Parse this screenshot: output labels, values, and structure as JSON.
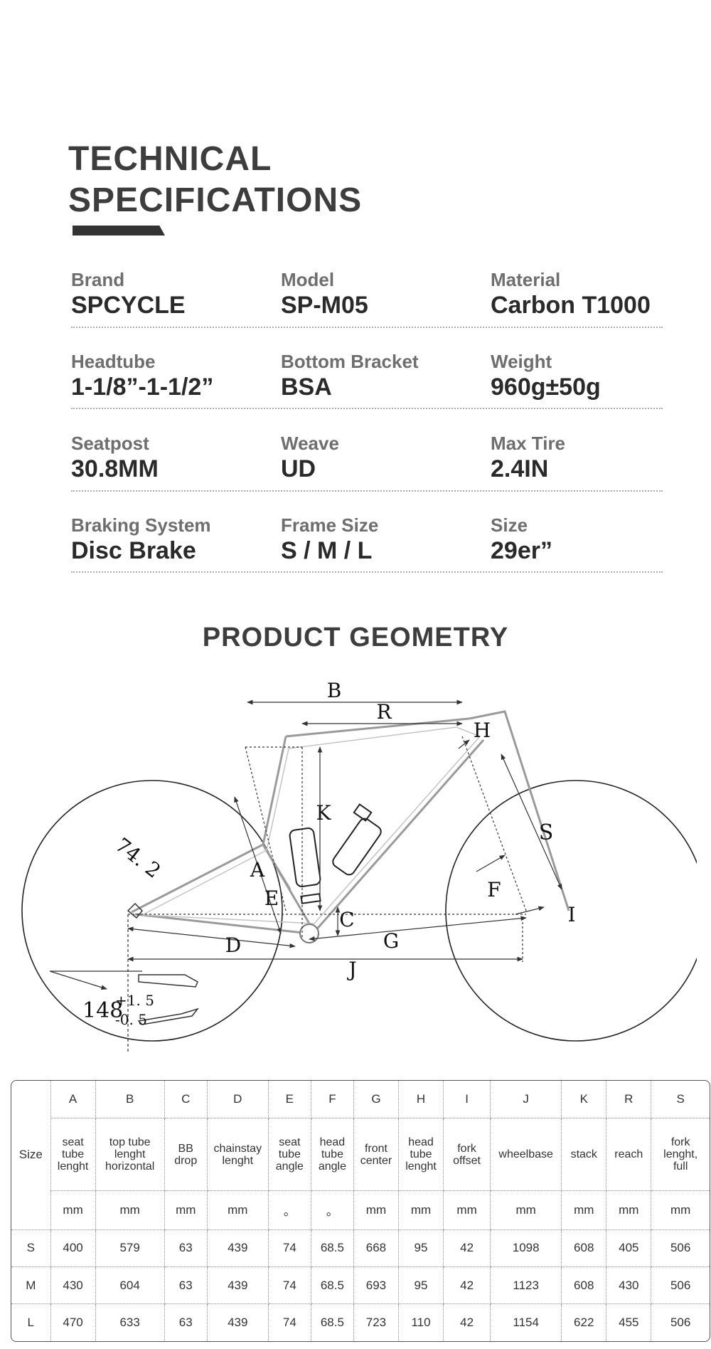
{
  "header": {
    "title_line1": "TECHNICAL",
    "title_line2": "SPECIFICATIONS"
  },
  "specs": [
    [
      {
        "label": "Brand",
        "value": "SPCYCLE"
      },
      {
        "label": "Model",
        "value": "SP-M05"
      },
      {
        "label": "Material",
        "value": "Carbon T1000"
      }
    ],
    [
      {
        "label": "Headtube",
        "value": "1-1/8”-1-1/2”"
      },
      {
        "label": "Bottom Bracket",
        "value": "BSA"
      },
      {
        "label": "Weight",
        "value": "960g±50g"
      }
    ],
    [
      {
        "label": "Seatpost",
        "value": "30.8MM"
      },
      {
        "label": "Weave",
        "value": "UD"
      },
      {
        "label": "Max Tire",
        "value": "2.4IN"
      }
    ],
    [
      {
        "label": "Braking System",
        "value": "Disc Brake"
      },
      {
        "label": "Frame Size",
        "value": "S / M / L"
      },
      {
        "label": "Size",
        "value": "29er”"
      }
    ]
  ],
  "geometry": {
    "title": "PRODUCT GEOMETRY",
    "diagram_labels": {
      "B": "B",
      "R": "R",
      "H": "H",
      "K": "K",
      "S": "S",
      "A": "A",
      "E": "E",
      "F": "F",
      "C": "C",
      "D": "D",
      "G": "G",
      "J": "J",
      "I": "I",
      "angle": "74. 2",
      "dropout_main": "148",
      "dropout_plus": "+1. 5",
      "dropout_minus": "-0. 5"
    }
  },
  "table": {
    "size_header": "Size",
    "columns": [
      {
        "letter": "A",
        "desc": [
          "seat",
          "tube",
          "lenght"
        ],
        "unit": "mm"
      },
      {
        "letter": "B",
        "desc": [
          "top tube",
          "lenght",
          "horizontal"
        ],
        "unit": "mm"
      },
      {
        "letter": "C",
        "desc": [
          "BB",
          "drop"
        ],
        "unit": "mm"
      },
      {
        "letter": "D",
        "desc": [
          "chainstay",
          "lenght"
        ],
        "unit": "mm"
      },
      {
        "letter": "E",
        "desc": [
          "seat",
          "tube",
          "angle"
        ],
        "unit": "。"
      },
      {
        "letter": "F",
        "desc": [
          "head",
          "tube",
          "angle"
        ],
        "unit": "。"
      },
      {
        "letter": "G",
        "desc": [
          "front",
          "center"
        ],
        "unit": "mm"
      },
      {
        "letter": "H",
        "desc": [
          "head",
          "tube",
          "lenght"
        ],
        "unit": "mm"
      },
      {
        "letter": "I",
        "desc": [
          "fork",
          "offset"
        ],
        "unit": "mm"
      },
      {
        "letter": "J",
        "desc": [
          "wheelbase"
        ],
        "unit": "mm"
      },
      {
        "letter": "K",
        "desc": [
          "stack"
        ],
        "unit": "mm"
      },
      {
        "letter": "R",
        "desc": [
          "reach"
        ],
        "unit": "mm"
      },
      {
        "letter": "S",
        "desc": [
          "fork",
          "lenght,",
          "full"
        ],
        "unit": "mm"
      }
    ],
    "rows": [
      {
        "size": "S",
        "values": [
          "400",
          "579",
          "63",
          "439",
          "74",
          "68.5",
          "668",
          "95",
          "42",
          "1098",
          "608",
          "405",
          "506"
        ]
      },
      {
        "size": "M",
        "values": [
          "430",
          "604",
          "63",
          "439",
          "74",
          "68.5",
          "693",
          "95",
          "42",
          "1123",
          "608",
          "430",
          "506"
        ]
      },
      {
        "size": "L",
        "values": [
          "470",
          "633",
          "63",
          "439",
          "74",
          "68.5",
          "723",
          "110",
          "42",
          "1154",
          "622",
          "455",
          "506"
        ]
      }
    ]
  }
}
